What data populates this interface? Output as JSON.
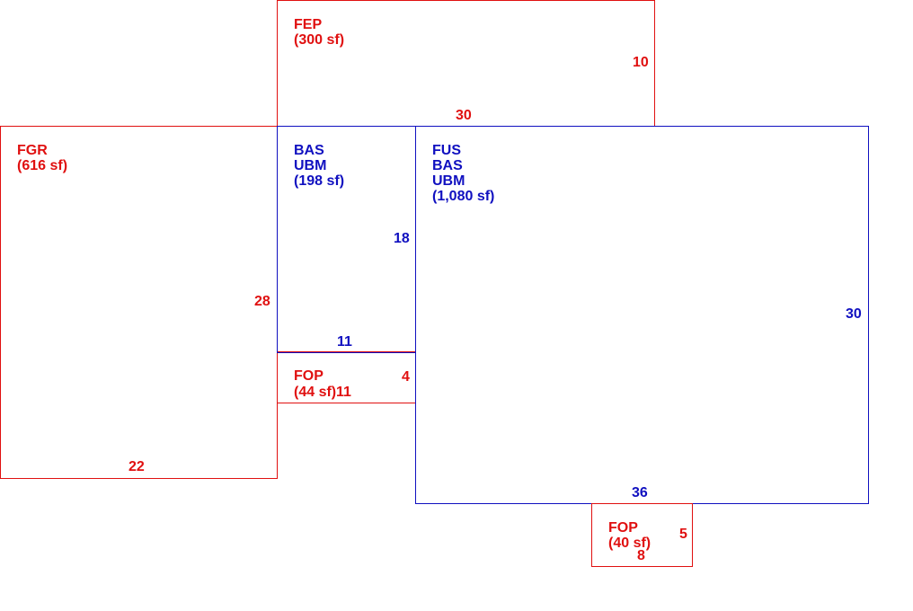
{
  "colors": {
    "red": "#e01010",
    "blue": "#1010c0"
  },
  "areas": {
    "fep": {
      "code": "FEP",
      "area": "(300 sf)",
      "dim_side": "10",
      "dim_bottom": "30"
    },
    "fgr": {
      "code": "FGR",
      "area": "(616 sf)",
      "dim_side": "28",
      "dim_bottom": "22"
    },
    "bas_small": {
      "line1": "BAS",
      "line2": "UBM",
      "area": "(198 sf)",
      "dim_side": "18",
      "dim_bottom": "11"
    },
    "fus": {
      "line1": "FUS",
      "line2": "BAS",
      "line3": "UBM",
      "area": "(1,080 sf)",
      "dim_side": "30",
      "dim_bottom": "36"
    },
    "fop_mid": {
      "code": "FOP",
      "area": "(44 sf)",
      "dim_side": "4",
      "dim_bottom": "11"
    },
    "fop_bottom": {
      "code": "FOP",
      "area": "(40 sf)",
      "dim_side": "5",
      "dim_bottom": "8"
    }
  }
}
